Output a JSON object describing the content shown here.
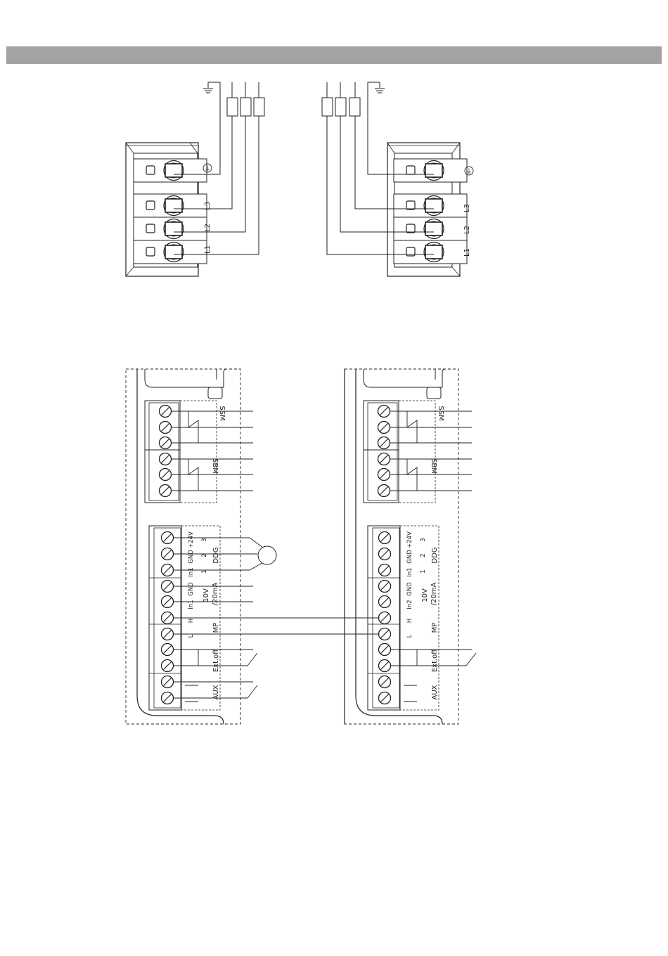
{
  "mains": {
    "labels": [
      "L1",
      "L2",
      "L3"
    ],
    "ground_symbol": "⏚"
  },
  "control": {
    "relay_group_labels": [
      "SSM",
      "SBM"
    ],
    "left_block_labels": {
      "pins": [
        "+24V",
        "GND",
        "In1",
        "GND",
        "In1",
        "H",
        "L"
      ],
      "pin_numbers": [
        "3",
        "2",
        "1"
      ],
      "analog": [
        "10V",
        "/20mA"
      ],
      "groups": [
        "DDG",
        "MP",
        "Ext.off",
        "AUX"
      ]
    },
    "right_block_labels": {
      "pins": [
        "+24V",
        "GND",
        "In1",
        "GND",
        "In2",
        "H",
        "L"
      ],
      "pin_numbers": [
        "3",
        "2",
        "1"
      ],
      "analog": [
        "10V",
        "/20mA"
      ],
      "groups": [
        "DDG",
        "MP",
        "Ext.off",
        "AUX"
      ]
    }
  }
}
